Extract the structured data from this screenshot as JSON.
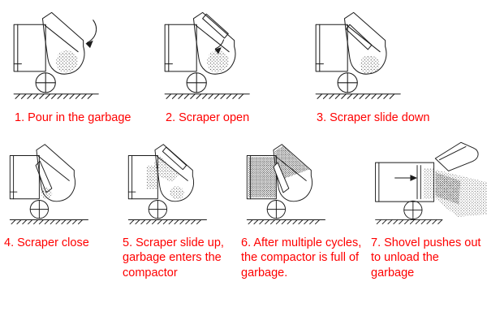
{
  "caption_color": "#ff0000",
  "line_color": "#1b1b1b",
  "panels": [
    {
      "step": 1,
      "caption": "1. Pour in the garbage"
    },
    {
      "step": 2,
      "caption": "2. Scraper open"
    },
    {
      "step": 3,
      "caption": "3. Scraper slide down"
    },
    {
      "step": 4,
      "caption": "4. Scraper close"
    },
    {
      "step": 5,
      "caption": "5. Scraper slide up, garbage enters the compactor"
    },
    {
      "step": 6,
      "caption": "6. After multiple cycles, the compactor is full of garbage."
    },
    {
      "step": 7,
      "caption": "7. Shovel pushes out to unload the garbage"
    }
  ]
}
